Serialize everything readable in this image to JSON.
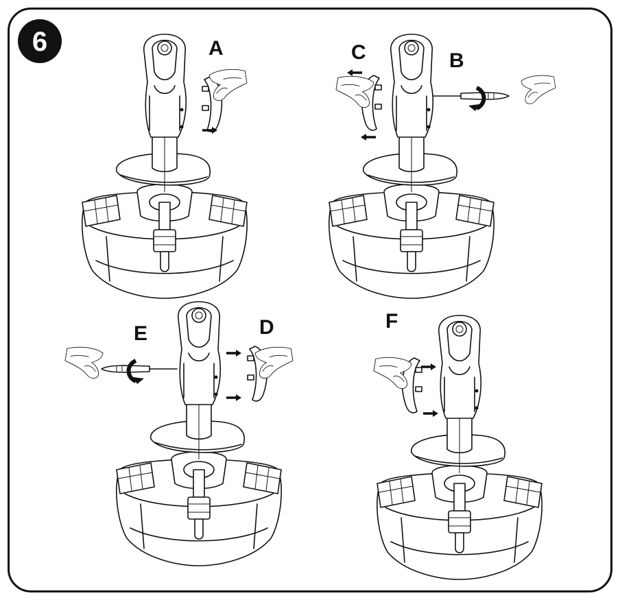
{
  "step_number": "6",
  "panels": [
    {
      "id": "A",
      "label": "A"
    },
    {
      "id": "B",
      "label": "B"
    },
    {
      "id": "C",
      "label": "C"
    },
    {
      "id": "D",
      "label": "D"
    },
    {
      "id": "E",
      "label": "E"
    },
    {
      "id": "F",
      "label": "F"
    }
  ]
}
